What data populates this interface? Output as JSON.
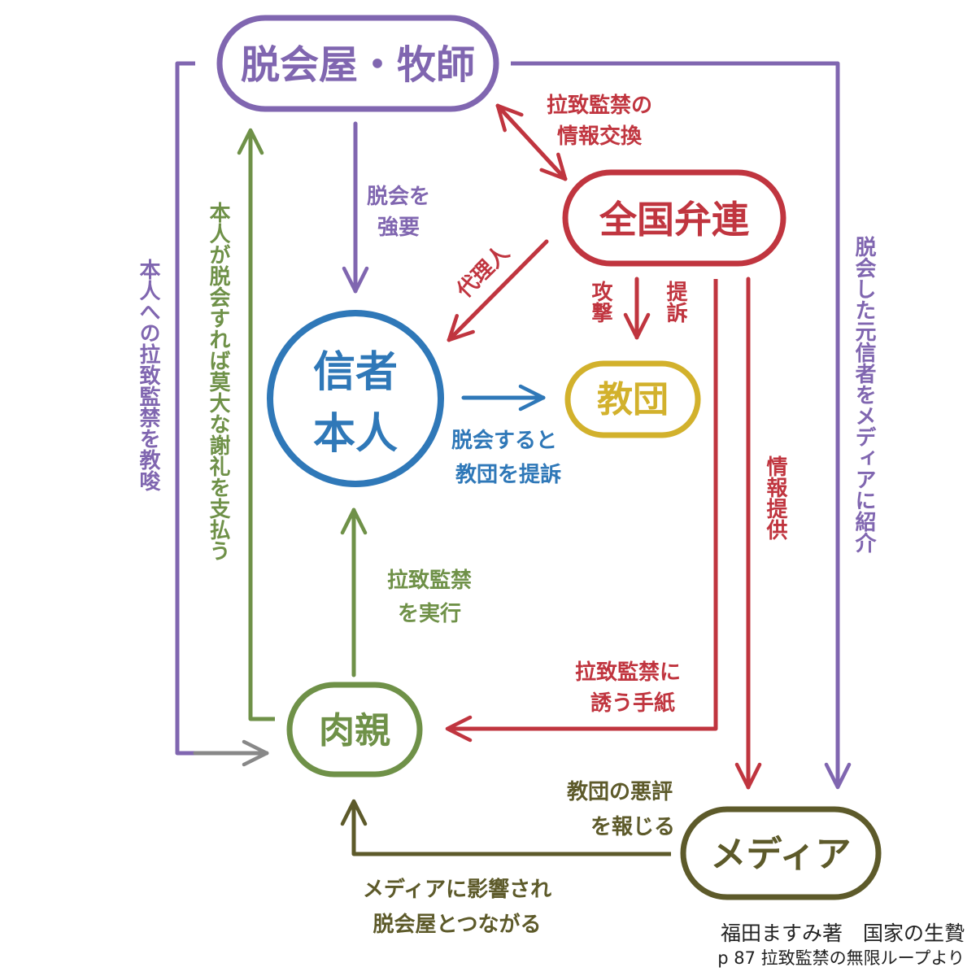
{
  "nodes": {
    "dakkai": "脱会屋・牧師",
    "bengoshi": "全国弁連",
    "shinja_1": "信者",
    "shinja_2": "本人",
    "kyodan": "教団",
    "nikushin": "肉親",
    "media": "メディア"
  },
  "edge_labels": {
    "exchange_1": "拉致監禁の",
    "exchange_2": "情報交換",
    "force_1": "脱会を",
    "force_2": "強要",
    "agent": "代理人",
    "attack": "攻撃",
    "sue": "提訴",
    "believer_sue_1": "脱会すると",
    "believer_sue_2": "教団を提訴",
    "execute_1": "拉致監禁",
    "execute_2": "を実行",
    "letter_1": "拉致監禁に",
    "letter_2": "誘う手紙",
    "info": "情報提供",
    "reward": "本人が脱会すれば莫大な謝礼を支払う",
    "instigate": "本人への拉致監禁を教唆",
    "introduce": "脱会した元信者をメディアに紹介",
    "report_1": "教団の悪評",
    "report_2": "を報じる",
    "influence_1": "メディアに影響され",
    "influence_2": "脱会屋とつながる"
  },
  "source": {
    "line1": "福田ますみ著　国家の生贄",
    "line2": "p 87 拉致監禁の無限ループより"
  },
  "colors": {
    "purple": "#8066b0",
    "red": "#c0353f",
    "blue": "#2f78b8",
    "yellow": "#d2b12c",
    "green": "#6f9148",
    "olive": "#5d5a2a",
    "gray": "#888888"
  }
}
